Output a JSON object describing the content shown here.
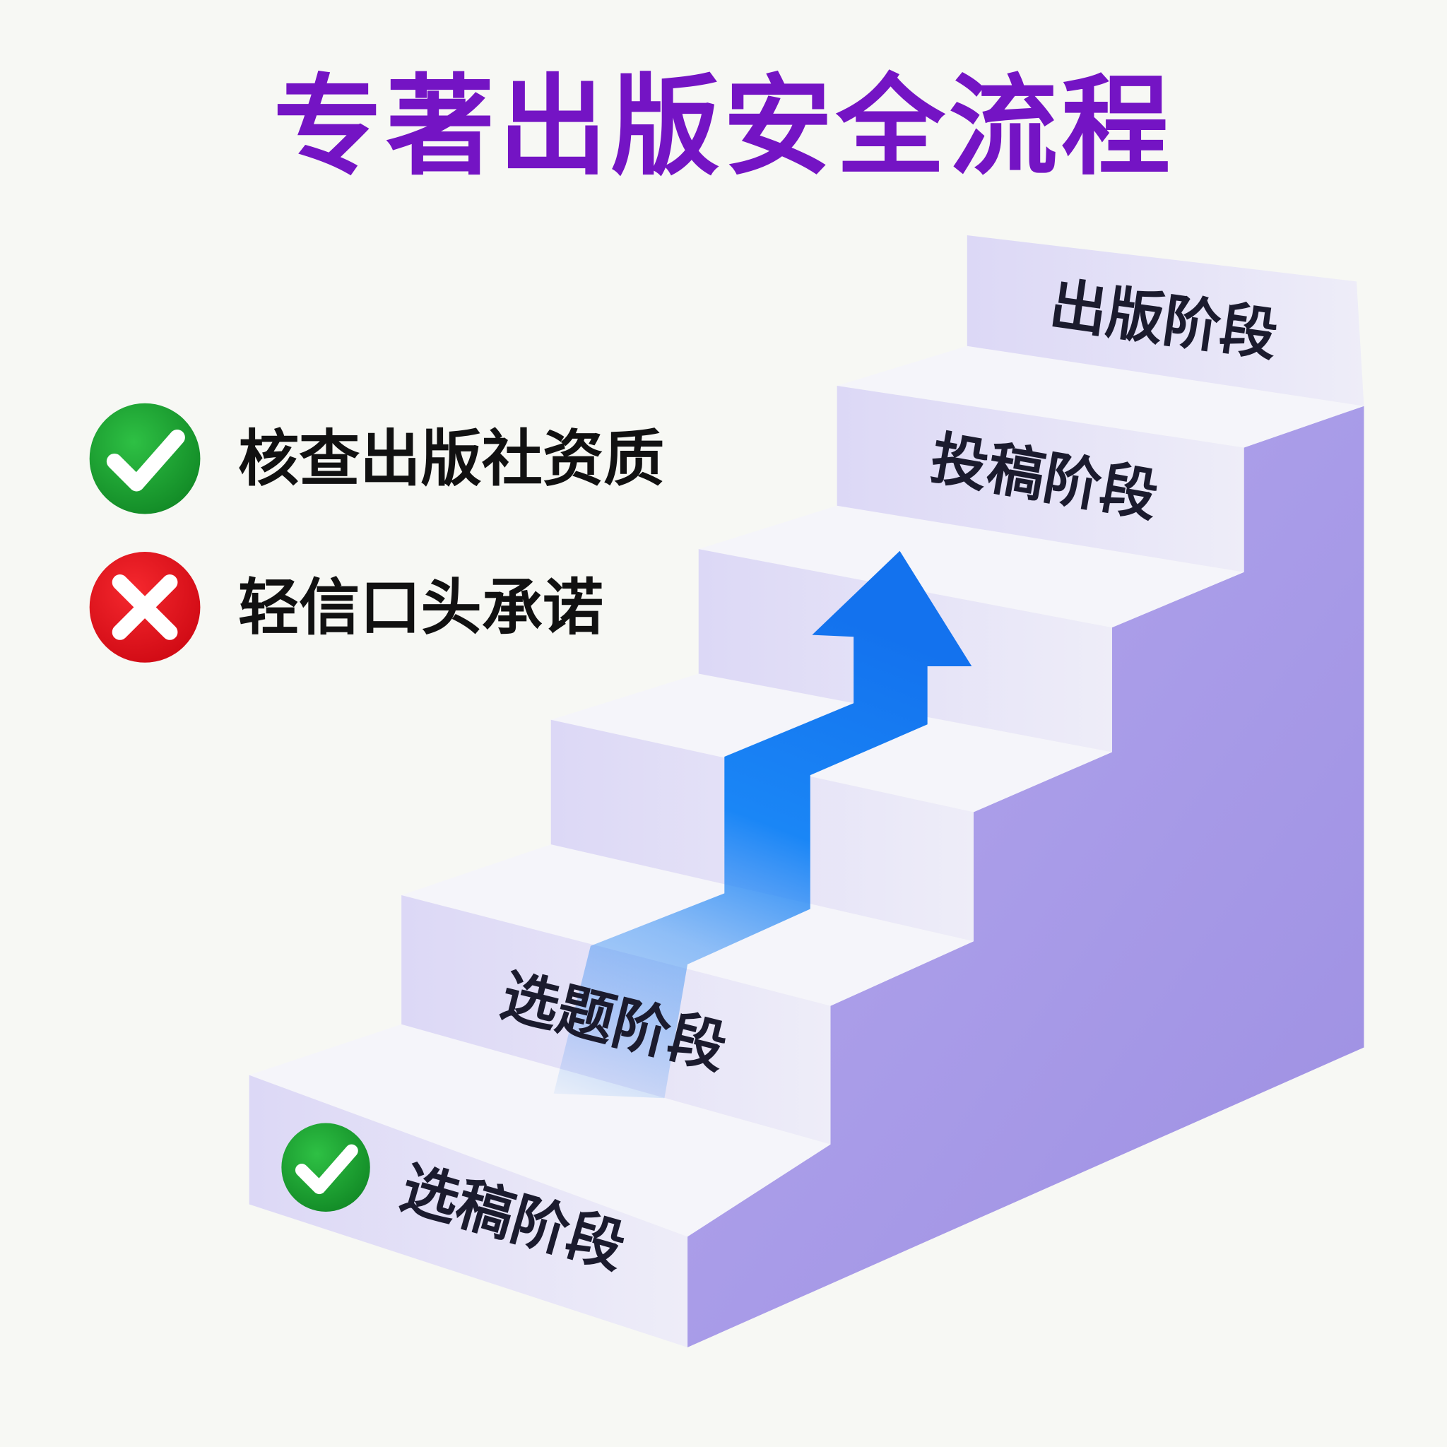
{
  "title": "专著出版安全流程",
  "colors": {
    "title": "#7414c4",
    "check": "#1a9a2e",
    "cross": "#e3101a",
    "arrow": "#1a7cf0",
    "stair_side": "#a99be8",
    "stair_front": "#e8e6f6"
  },
  "legend": [
    {
      "icon": "check-icon",
      "label": "核查出版社资质"
    },
    {
      "icon": "cross-icon",
      "label": "轻信口头承诺"
    }
  ],
  "stages": [
    {
      "label": "选稿阶段",
      "icon": "check-icon"
    },
    {
      "label": "选题阶段"
    },
    {
      "label": "投稿阶段"
    },
    {
      "label": "出版阶段"
    }
  ]
}
